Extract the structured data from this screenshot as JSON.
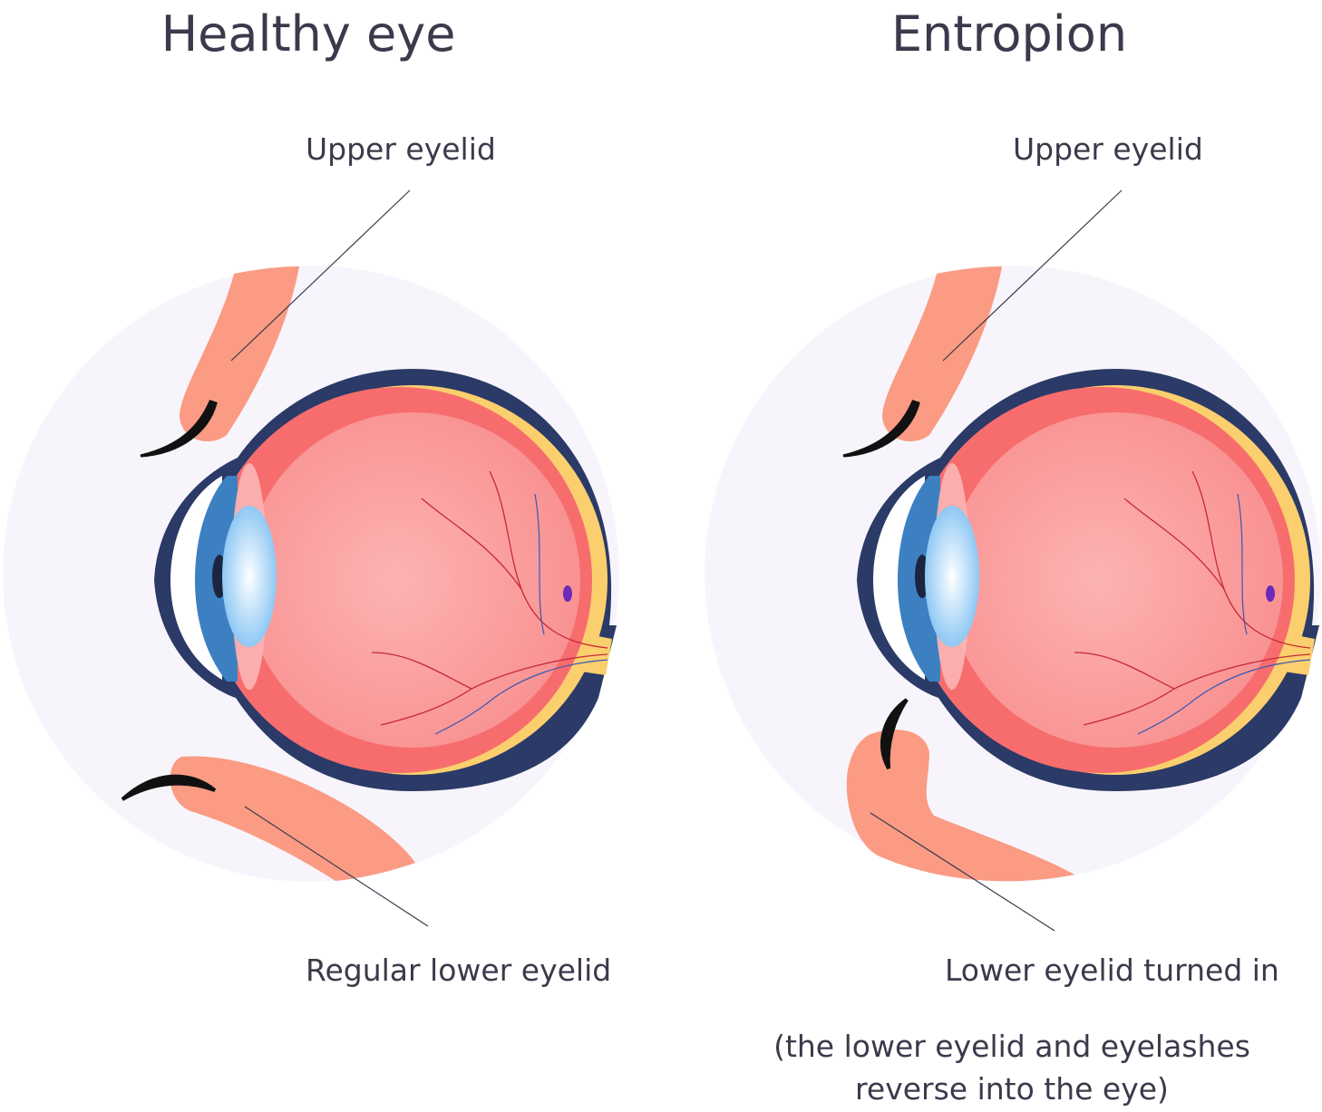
{
  "healthy": {
    "title": "Healthy eye",
    "upper_label": "Upper eyelid",
    "lower_label": "Regular lower eyelid"
  },
  "entropion": {
    "title": "Entropion",
    "upper_label": "Upper eyelid",
    "lower_label": "Lower eyelid turned in",
    "note_line1": "(the lower eyelid and eyelashes",
    "note_line2": "reverse into the eye)"
  },
  "colors": {
    "background_circle": "#f7f5fb",
    "outline": "#2b3a67",
    "sclera": "#fbcf6e",
    "choroid": "#f76d6d",
    "vitreous": "#fca0a0",
    "eyelid": "#fb9b84",
    "lens": "#9fd3f7",
    "iris": "#3c80c2"
  }
}
